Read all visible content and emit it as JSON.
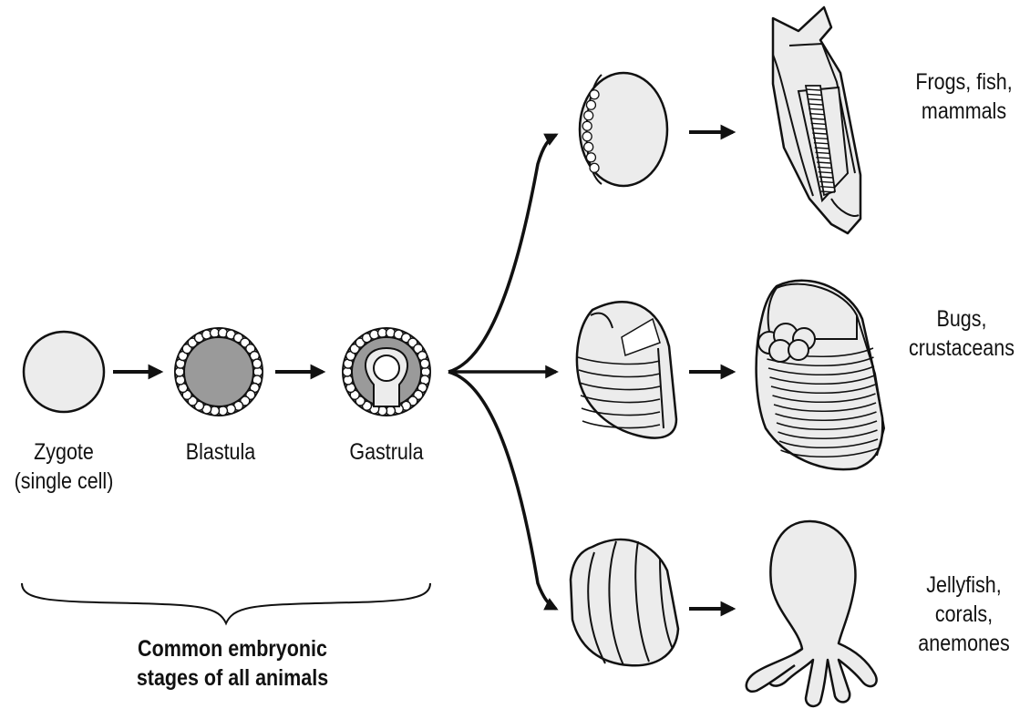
{
  "stages": {
    "zygote": "Zygote\n(single cell)",
    "blastula": "Blastula",
    "gastrula": "Gastrula"
  },
  "common_caption": "Common embryonic\nstages of all animals",
  "outcomes": {
    "vertebrates": "Frogs, fish,\nmammals",
    "arthropods": "Bugs,\ncrustaceans",
    "cnidarians": "Jellyfish,\ncorals,\nanemones"
  },
  "colors": {
    "stroke": "#111111",
    "light_fill": "#ececec",
    "dark_fill": "#9a9a9a"
  }
}
